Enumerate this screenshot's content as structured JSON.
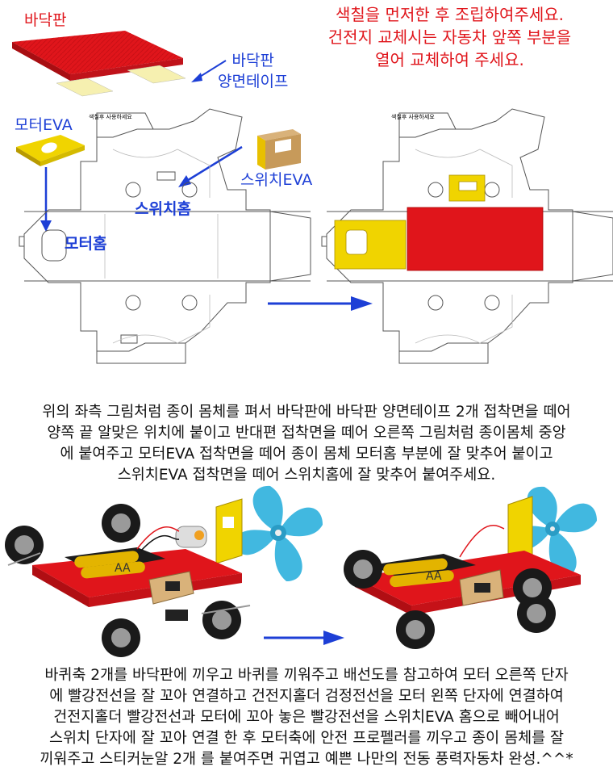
{
  "labels": {
    "base_plate": "바닥판",
    "base_tape": "바닥판\n양면테이프",
    "motor_eva": "모터EVA",
    "switch_eva": "스위치EVA",
    "switch_slot": "스위치홈",
    "motor_slot": "모터홈",
    "print_note": "색칠후 사용하세요"
  },
  "notice": [
    "색칠을 먼저한 후 조립하여주세요.",
    "건전지 교체시는 자동차 앞쪽 부분을",
    "열어 교체하여 주세요."
  ],
  "step1_text": [
    "위의 좌측 그림처럼 종이 몸체를 펴서 바닥판에 바닥판 양면테이프 2개 접착면을 떼어",
    "양쪽 끝 알맞은 위치에 붙이고 반대편 접착면을 떼어 오른쪽 그림처럼 종이몸체 중앙",
    "에 붙여주고 모터EVA 접착면을 떼어 종이 몸체 모터홈 부분에 잘 맞추어 붙이고",
    "스위치EVA 접착면을 떼어 스위치홈에 잘 맞추어 붙여주세요."
  ],
  "step2_text": [
    "바퀴축 2개를 바닥판에 끼우고 바퀴를 끼워주고 배선도를 참고하여 모터 오른쪽 단자",
    "에 빨강전선을 잘 꼬아 연결하고 건전지홀더 검정전선을 모터 왼쪽 단자에 연결하여",
    "건전지홀더 빨강전선과 모터에 꼬아 놓은 빨강전선을 스위치EVA 홈으로 빼어내어",
    "스위치 단자에 잘 꼬아 연결 한 후 모터축에 안전 프로펠러를 끼우고 종이 몸체를 잘",
    "끼워주고 스티커눈알 2개 를 붙여주면 귀엽고 예쁜 나만의 전동 풍력자동차 완성.^^*"
  ],
  "battery_marks": "AA",
  "colors": {
    "red": "#e0151b",
    "blue": "#1d3fd6",
    "yellow": "#f0d400",
    "propeller": "#41b8e0",
    "tape": "#f6f0b0"
  }
}
